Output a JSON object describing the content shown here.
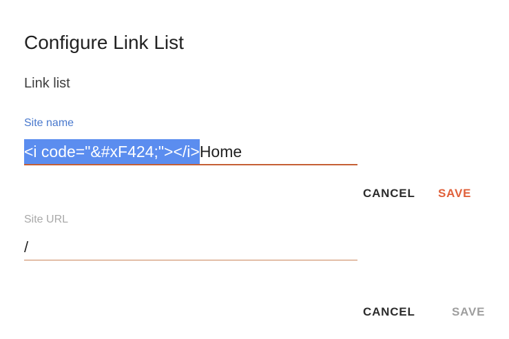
{
  "colors": {
    "text_dark": "#212121",
    "accent_orange": "#e0603a",
    "label_blue": "#4878cd",
    "selection_blue": "#5b8def",
    "underline_focused": "#c55e33",
    "underline_idle": "#c9845a",
    "disabled_gray": "#9e9e9e"
  },
  "dialog": {
    "title": "Configure Link List",
    "section_label": "Link list",
    "site_name": {
      "label": "Site name",
      "selected_text": "<i code=\"&#xF424;\"></i>",
      "unselected_text": "Home"
    },
    "site_url": {
      "label": "Site URL",
      "value": "/"
    },
    "site_name_actions": {
      "cancel": "CANCEL",
      "save": "SAVE"
    },
    "site_url_actions": {
      "cancel": "CANCEL",
      "save": "SAVE"
    }
  }
}
